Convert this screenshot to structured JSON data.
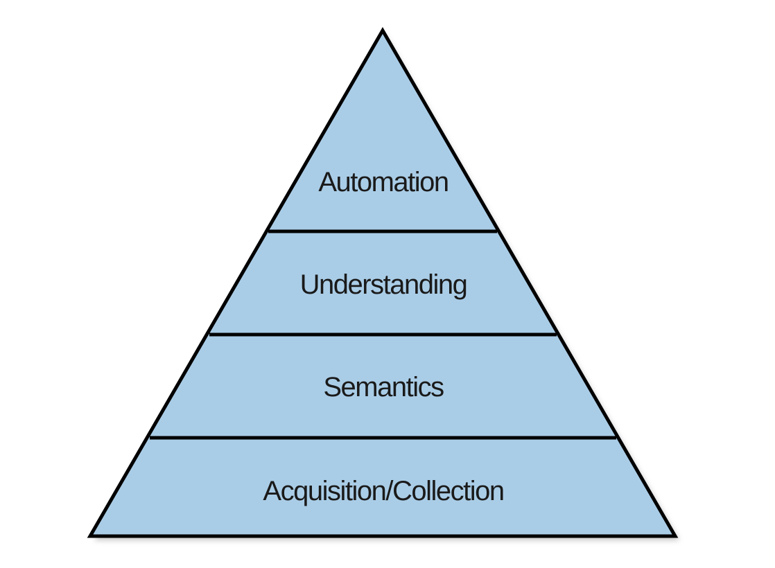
{
  "pyramid": {
    "tiers": [
      {
        "label": "Automation"
      },
      {
        "label": "Understanding"
      },
      {
        "label": "Semantics"
      },
      {
        "label": "Acquisition/Collection"
      }
    ]
  },
  "colors": {
    "fill": "#aacde7",
    "outline": "#000000",
    "text": "#1a1a1a",
    "shadow": "#9a9a9a"
  }
}
